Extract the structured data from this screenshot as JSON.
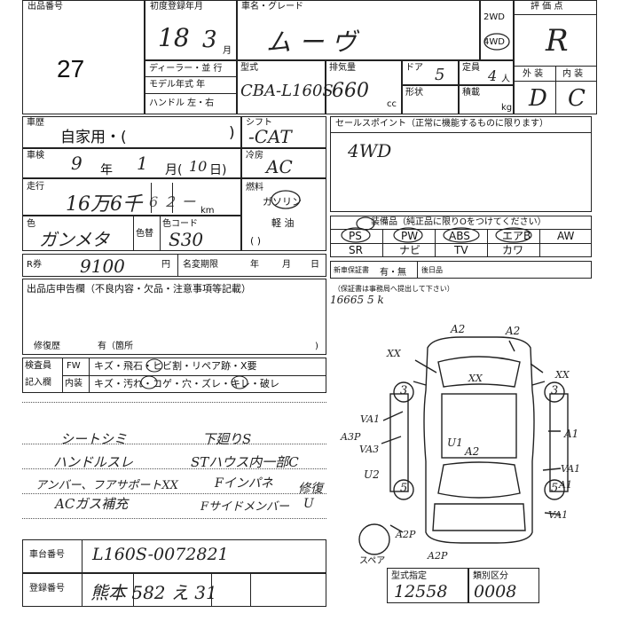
{
  "lot": {
    "label": "出品番号",
    "value": "27"
  },
  "registration": {
    "label": "初度登録年月",
    "year": "18",
    "month": "3",
    "month_unit": "月"
  },
  "car_name": {
    "label": "車名・グレード",
    "value": "ム ー ヴ"
  },
  "drive": {
    "two_wd": "2WD",
    "four_wd": "4WD"
  },
  "rating": {
    "label": "評 価 点",
    "value": "R",
    "exterior_label": "外 装",
    "interior_label": "内 装",
    "exterior": "D",
    "interior": "C"
  },
  "dealer": {
    "line1": "ディーラー・並 行",
    "line2": "モデル年式 年",
    "line3": "ハンドル 左・右"
  },
  "model": {
    "label": "型式",
    "value": "CBA-L160S"
  },
  "displacement": {
    "label": "排気量",
    "value": "660",
    "unit": "cc"
  },
  "doors": {
    "label": "ドア",
    "value": "5"
  },
  "capacity": {
    "label": "定員",
    "value": "4",
    "unit": "人"
  },
  "shape": {
    "label": "形状"
  },
  "load": {
    "label": "積載",
    "unit": "kg"
  },
  "history": {
    "label": "車歴",
    "value": "自家用・(",
    "close": ")"
  },
  "shift": {
    "label": "シフト",
    "value": "-CAT"
  },
  "sales_point": {
    "label": "セールスポイント（正常に機能するものに限ります）",
    "value": "4WD"
  },
  "inspection": {
    "label": "車検",
    "year": "9",
    "year_unit": "年",
    "month": "1",
    "month_unit": "月(",
    "day": "10",
    "day_unit": "日)"
  },
  "ac": {
    "label": "冷房",
    "value": "AC"
  },
  "mileage": {
    "label": "走行",
    "value": "16万6千",
    "extra": "6 ２ ー",
    "unit": "km"
  },
  "fuel": {
    "label": "燃料",
    "gasoline": "ガソリン",
    "diesel": "軽 油",
    "paren": "(           )"
  },
  "color": {
    "label": "色",
    "value": "ガンメタ",
    "change_label": "色替",
    "code_label": "色コード",
    "code": "S30"
  },
  "equipment": {
    "label": "装備品（純正品に限りOをつけてください）",
    "row1": [
      "PS",
      "PW",
      "ABS",
      "エアB",
      "AW"
    ],
    "row2": [
      "SR",
      "ナビ",
      "TV",
      "カワ"
    ]
  },
  "r_ken": {
    "label": "R券",
    "value": "9100",
    "yen": "円",
    "deadline_label": "名変期限",
    "year": "年",
    "month": "月",
    "day": "日"
  },
  "guarantee": {
    "label": "新車保証書",
    "value": "有・無",
    "next_label": "後日品"
  },
  "declaration": {
    "label": "出品店申告欄（不良内容・欠品・注意事項等記載）",
    "repair_label": "修復歴",
    "repair_value": "有（箇所",
    "repair_close": ")"
  },
  "guarantee_note": {
    "label": "（保証書は事務局へ提出して下さい）",
    "value": "16665 5 k"
  },
  "checker": {
    "label1": "検査員",
    "label2": "記入欄",
    "row1_head": "FW",
    "row1": "キズ・飛石・ヒビ割・リペア跡・X要",
    "row2_head": "内装",
    "row2": "キズ・汚れ・コゲ・穴・ズレ・キレ・破レ"
  },
  "notes": [
    "シートシミ",
    "ハンドルスレ",
    "アンバー、フアサポートXX",
    "ACガス補充",
    "下廻りS",
    "STハウス内一部C",
    "Fインパネ",
    "Fサイドメンバー",
    "修復",
    "U"
  ],
  "diagram": {
    "marks": [
      "A2",
      "A2",
      "XX",
      "XX",
      "XX",
      "A1",
      "VA1",
      "A3P",
      "VA3",
      "U1",
      "A2",
      "U2",
      "VA1",
      "A1",
      "VA1",
      "A2P",
      "A2P",
      "3",
      "3",
      "5",
      "5"
    ],
    "spare_label": "スペア"
  },
  "chassis": {
    "label": "車台番号",
    "value": "L160S-0072821"
  },
  "plate": {
    "label": "登録番号",
    "value": "熊本 582 え 31"
  },
  "designation": {
    "label": "型式指定",
    "value": "12558"
  },
  "classification": {
    "label": "類別区分",
    "value": "0008"
  }
}
